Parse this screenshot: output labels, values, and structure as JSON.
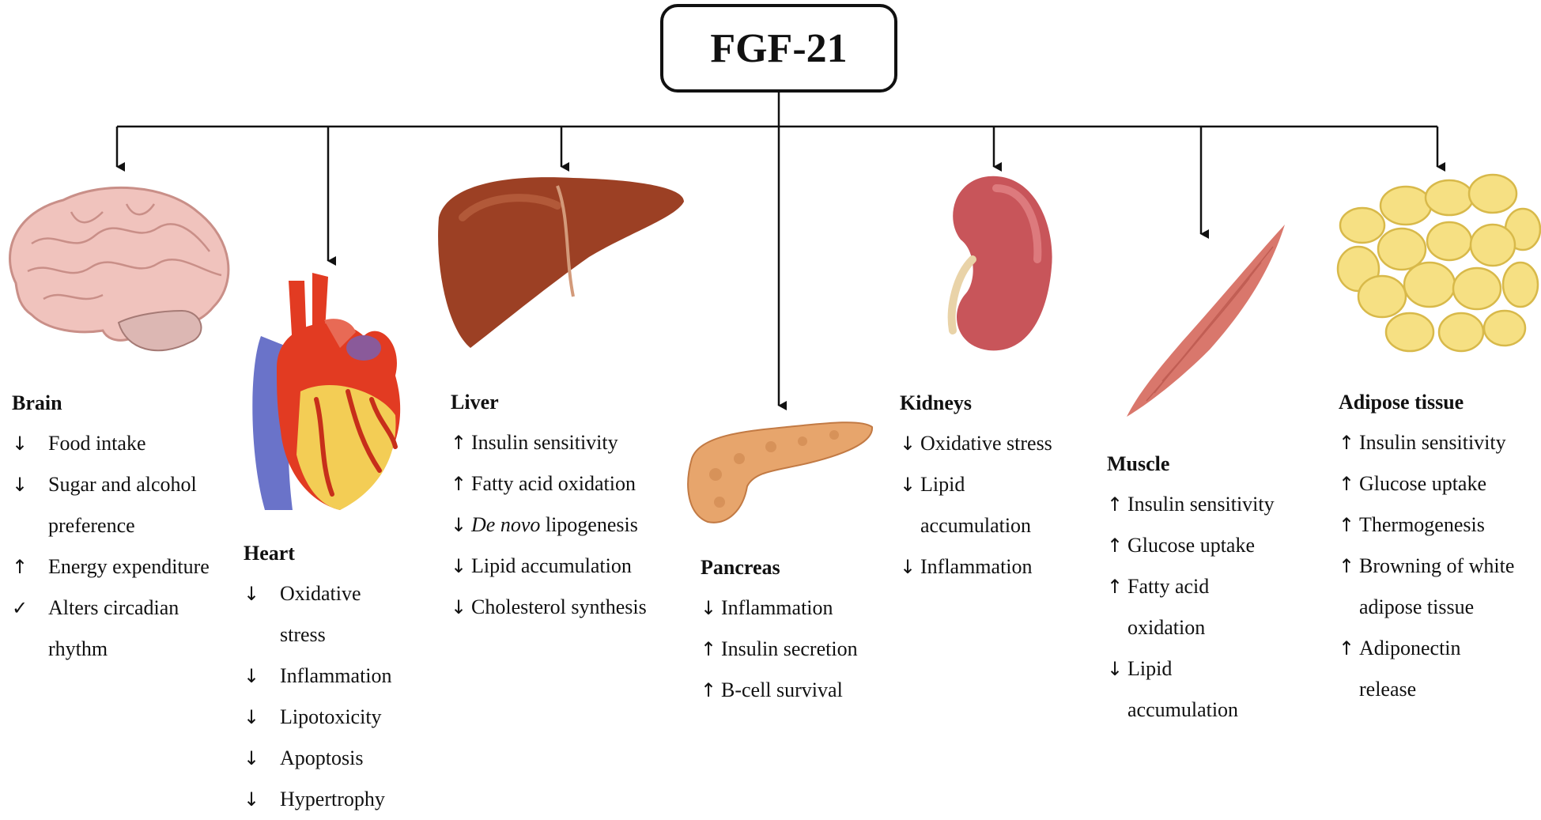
{
  "root": {
    "label": "FGF-21"
  },
  "organs": [
    {
      "id": "brain",
      "title": "Brain",
      "effects": [
        {
          "sym": "↓",
          "text": "Food intake"
        },
        {
          "sym": "↓",
          "text": "Sugar and alcohol preference"
        },
        {
          "sym": "↑",
          "text": "Energy expenditure"
        },
        {
          "sym": "✓",
          "text": "Alters circadian rhythm"
        }
      ]
    },
    {
      "id": "heart",
      "title": "Heart",
      "effects": [
        {
          "sym": "↓",
          "text": "Oxidative stress"
        },
        {
          "sym": "↓",
          "text": "Inflammation"
        },
        {
          "sym": "↓",
          "text": "Lipotoxicity"
        },
        {
          "sym": "↓",
          "text": "Apoptosis"
        },
        {
          "sym": "↓",
          "text": "Hypertrophy"
        }
      ]
    },
    {
      "id": "liver",
      "title": "Liver",
      "effects": [
        {
          "sym": "↑",
          "text": "Insulin sensitivity"
        },
        {
          "sym": "↑",
          "text": "Fatty acid oxidation"
        },
        {
          "sym": "↓",
          "italic": "De novo",
          "text": " lipogenesis"
        },
        {
          "sym": "↓",
          "text": "Lipid accumulation"
        },
        {
          "sym": "↓",
          "text": "Cholesterol synthesis"
        }
      ]
    },
    {
      "id": "pancreas",
      "title": "Pancreas",
      "effects": [
        {
          "sym": "↓",
          "text": "Inflammation"
        },
        {
          "sym": "↑",
          "text": "Insulin secretion"
        },
        {
          "sym": "↑",
          "text": "B-cell survival"
        }
      ]
    },
    {
      "id": "kidneys",
      "title": "Kidneys",
      "effects": [
        {
          "sym": "↓",
          "text": "Oxidative stress"
        },
        {
          "sym": "↓",
          "text": "Lipid accumulation"
        },
        {
          "sym": "↓",
          "text": "Inflammation"
        }
      ]
    },
    {
      "id": "muscle",
      "title": "Muscle",
      "effects": [
        {
          "sym": "↑",
          "text": "Insulin sensitivity"
        },
        {
          "sym": "↑",
          "text": "Glucose uptake"
        },
        {
          "sym": "↑",
          "text": "Fatty acid oxidation"
        },
        {
          "sym": "↓",
          "text": "Lipid accumulation"
        }
      ]
    },
    {
      "id": "adipose",
      "title": "Adipose tissue",
      "effects": [
        {
          "sym": "↑",
          "text": "Insulin sensitivity"
        },
        {
          "sym": "↑",
          "text": "Glucose uptake"
        },
        {
          "sym": "↑",
          "text": "Thermogenesis"
        },
        {
          "sym": "↑",
          "text": "Browning of white adipose tissue"
        },
        {
          "sym": "↑",
          "text": "Adiponectin release"
        }
      ]
    }
  ],
  "colors": {
    "line": "#111111",
    "brain": "#f0c3bd",
    "heart_red": "#e23b22",
    "heart_blue": "#6a73c9",
    "heart_yellow": "#f3cd55",
    "liver": "#9c4024",
    "pancreas": "#e7a56c",
    "kidney": "#c8555a",
    "muscle": "#d9776c",
    "fat": "#f6e083"
  }
}
